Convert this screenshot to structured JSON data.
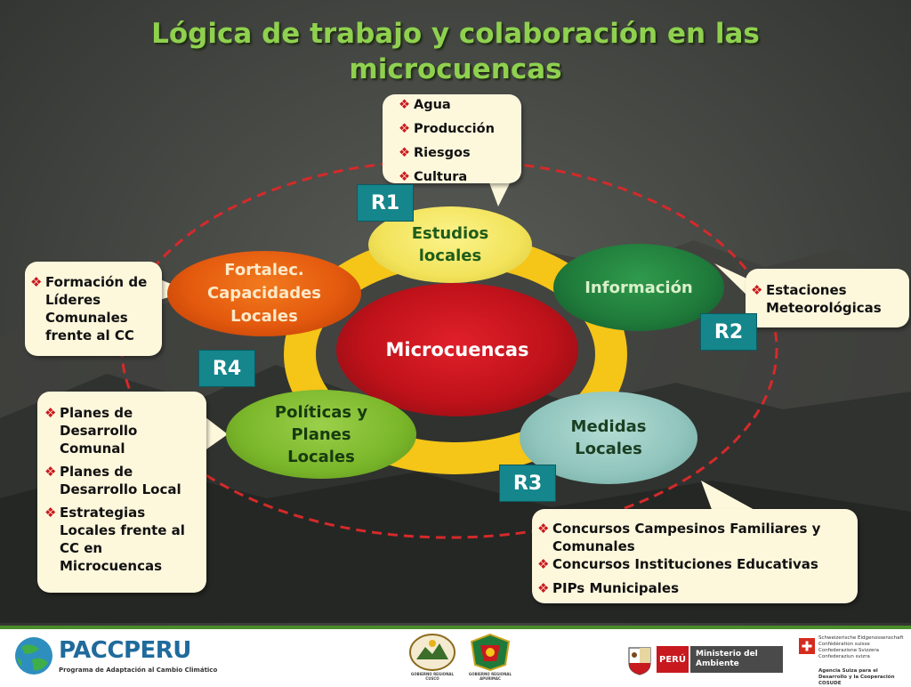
{
  "title": "Lógica de trabajo y colaboración en las microcuencas",
  "center": "Microcuencas",
  "nodes": {
    "estudios": "Estudios\nlocales",
    "informacion": "Información",
    "medidas": "Medidas\nLocales",
    "politicas": "Políticas y\nPlanes\nLocales",
    "fortalec": "Fortalec.\nCapacidades\nLocales"
  },
  "badges": {
    "r1": "R1",
    "r2": "R2",
    "r3": "R3",
    "r4": "R4"
  },
  "callouts": {
    "top": [
      "Agua",
      "Producción",
      "Riesgos",
      "Cultura"
    ],
    "right": [
      "Estaciones Meteorológicas"
    ],
    "left": [
      "Formación de Líderes Comunales frente al CC"
    ],
    "bottom_left": [
      "Planes de Desarrollo Comunal",
      "Planes de Desarrollo Local",
      "Estrategias Locales frente al CC en Microcuencas"
    ],
    "bottom_right": [
      "Concursos Campesinos Familiares y Comunales",
      "Concursos Instituciones Educativas",
      "PIPs Municipales"
    ]
  },
  "bullet_symbol": "❖",
  "colors": {
    "title": "#8fd14f",
    "ring": "#f5c518",
    "dashed_ellipse": "#d42a2a",
    "center": "#c0121a",
    "estudios": "#f2e35a",
    "informacion": "#1f7a3a",
    "medidas": "#8fc4bc",
    "politicas": "#7ab62a",
    "fortalec": "#e45a0e",
    "badge": "#14868c",
    "callout_bg": "#fdf7dc",
    "bullet": "#c8191e"
  },
  "footer": {
    "pacc_brand": "PACCPERU",
    "pacc_tagline": "Programa de Adaptación al Cambio Climático",
    "cusco": "GOBIERNO REGIONAL CUSCO",
    "apurimac": "GOBIERNO REGIONAL APURIMAC",
    "peru": "PERÚ",
    "ministerio": "Ministerio del Ambiente",
    "swiss_lines": [
      "Schweizerische Eidgenossenschaft",
      "Confédération suisse",
      "Confederazione Svizzera",
      "Confederaziun svizra"
    ],
    "swiss_agency": "Agencia Suiza para el Desarrollo y la Cooperación COSUDE"
  }
}
